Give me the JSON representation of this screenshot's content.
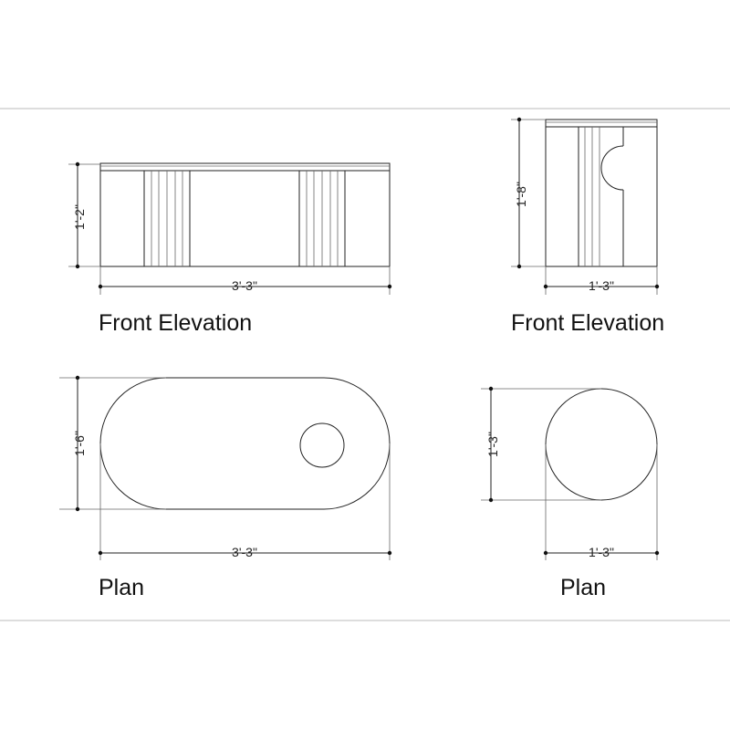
{
  "drawing": {
    "front_elevation_large": {
      "title": "Front Elevation",
      "height_dim": "1'-2\"",
      "width_dim": "3'-3\""
    },
    "front_elevation_small": {
      "title": "Front Elevation",
      "height_dim": "1'-8\"",
      "width_dim": "1'-3\""
    },
    "plan_large": {
      "title": "Plan",
      "height_dim": "1'-6\"",
      "width_dim": "3'-3\""
    },
    "plan_small": {
      "title": "Plan",
      "height_dim": "1'-3\"",
      "width_dim": "1'-3\""
    }
  }
}
